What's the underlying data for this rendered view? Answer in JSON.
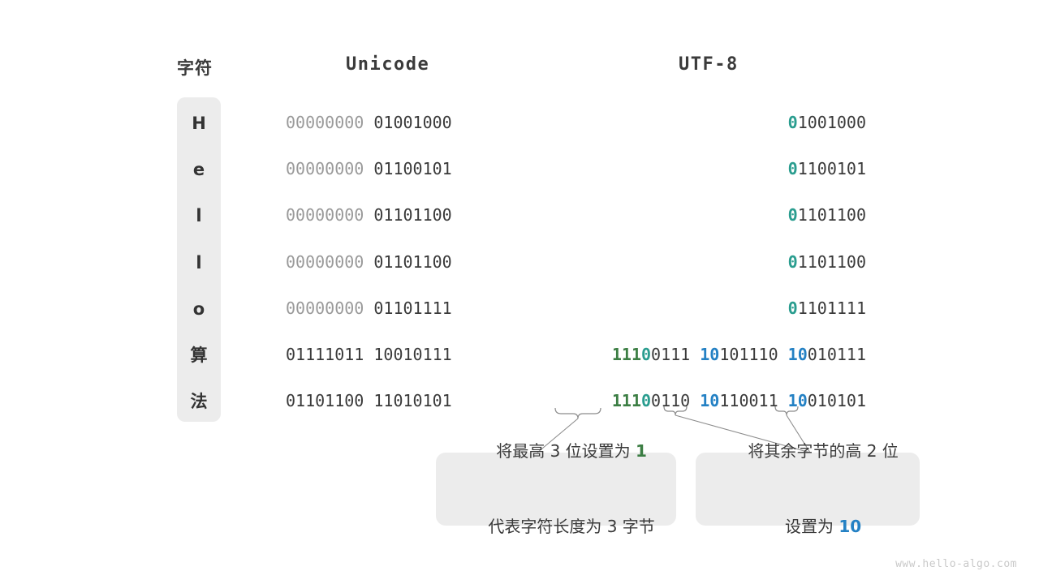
{
  "headers": {
    "character": "字符",
    "unicode": "Unicode",
    "utf8": "UTF-8"
  },
  "rows": [
    {
      "char": "H",
      "char_type": "latin",
      "unicode": {
        "byte1": "00000000",
        "byte2": "01001000",
        "byte1_style": "gray"
      },
      "utf8": [
        {
          "prefix": "0",
          "prefix_color": "teal",
          "rest": "1001000"
        }
      ]
    },
    {
      "char": "e",
      "char_type": "latin",
      "unicode": {
        "byte1": "00000000",
        "byte2": "01100101",
        "byte1_style": "gray"
      },
      "utf8": [
        {
          "prefix": "0",
          "prefix_color": "teal",
          "rest": "1100101"
        }
      ]
    },
    {
      "char": "l",
      "char_type": "latin",
      "unicode": {
        "byte1": "00000000",
        "byte2": "01101100",
        "byte1_style": "gray"
      },
      "utf8": [
        {
          "prefix": "0",
          "prefix_color": "teal",
          "rest": "1101100"
        }
      ]
    },
    {
      "char": "l",
      "char_type": "latin",
      "unicode": {
        "byte1": "00000000",
        "byte2": "01101100",
        "byte1_style": "gray"
      },
      "utf8": [
        {
          "prefix": "0",
          "prefix_color": "teal",
          "rest": "1101100"
        }
      ]
    },
    {
      "char": "o",
      "char_type": "latin",
      "unicode": {
        "byte1": "00000000",
        "byte2": "01101111",
        "byte1_style": "gray"
      },
      "utf8": [
        {
          "prefix": "0",
          "prefix_color": "teal",
          "rest": "1101111"
        }
      ]
    },
    {
      "char": "算",
      "char_type": "cjk",
      "unicode": {
        "byte1": "01111011",
        "byte2": "10010111",
        "byte1_style": "dark"
      },
      "utf8": [
        {
          "prefix": "111",
          "prefix_color": "green",
          "prefix2": "0",
          "prefix2_color": "teal",
          "rest": "0111"
        },
        {
          "prefix": "10",
          "prefix_color": "blue",
          "rest": "101110"
        },
        {
          "prefix": "10",
          "prefix_color": "blue",
          "rest": "010111"
        }
      ]
    },
    {
      "char": "法",
      "char_type": "cjk",
      "unicode": {
        "byte1": "01101100",
        "byte2": "11010101",
        "byte1_style": "dark"
      },
      "utf8": [
        {
          "prefix": "111",
          "prefix_color": "green",
          "prefix2": "0",
          "prefix2_color": "teal",
          "rest": "0110"
        },
        {
          "prefix": "10",
          "prefix_color": "blue",
          "rest": "110011"
        },
        {
          "prefix": "10",
          "prefix_color": "blue",
          "rest": "010101"
        }
      ]
    }
  ],
  "callouts": [
    {
      "line1_pre": "将最高 3 位设置为 ",
      "line1_hl": "1",
      "line1_post": "",
      "line2_pre": "代表字符长度为 3 字节",
      "line2_hl": "",
      "line2_post": "",
      "hl_color": "green"
    },
    {
      "line1_pre": "将其余字节的高 2 位",
      "line1_hl": "",
      "line1_post": "",
      "line2_pre": "设置为 ",
      "line2_hl": "10",
      "line2_post": "",
      "hl_color": "blue"
    }
  ],
  "colors": {
    "green": "#3c7e44",
    "teal": "#2a9d8f",
    "blue": "#2481c4",
    "dark": "#3a3a3a",
    "gray": "#9a9a9a",
    "pill_bg": "#ececec",
    "callout_bg": "#ececec"
  },
  "watermark": "www.hello-algo.com"
}
